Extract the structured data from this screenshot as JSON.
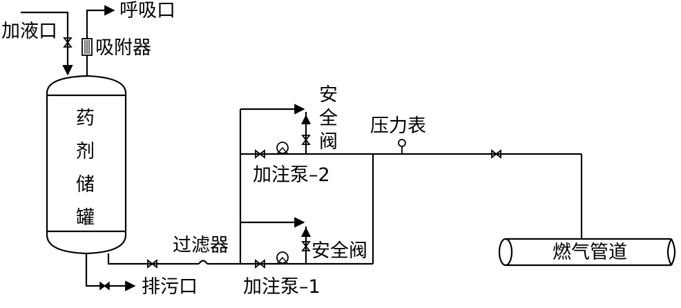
{
  "labels": {
    "liquid_inlet": "加液口",
    "breathing_port": "呼吸口",
    "adsorber": "吸附器",
    "tank_chars": [
      "药",
      "剂",
      "储",
      "罐"
    ],
    "safety_valve_top": [
      "安",
      "全",
      "阀"
    ],
    "pressure_gauge": "压力表",
    "pump2": "加注泵–2",
    "safety_valve_bottom": "安全阀",
    "filter": "过滤器",
    "pump1": "加注泵–1",
    "drain": "排污口",
    "gas_pipeline": "燃气管道"
  }
}
